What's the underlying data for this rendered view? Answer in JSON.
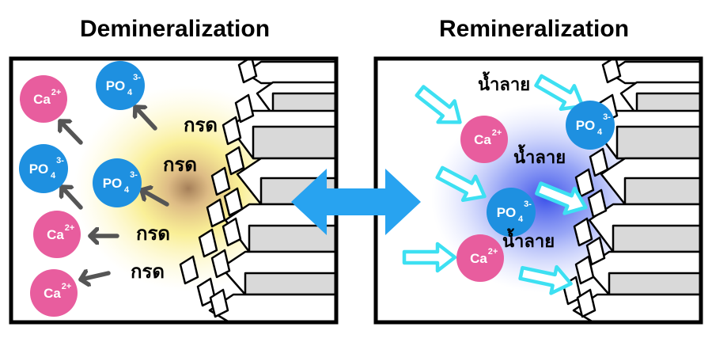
{
  "titles": {
    "left": "Demineralization",
    "right": "Remineralization"
  },
  "ions": {
    "ca": "Ca",
    "ca_charge": "2+",
    "po": "PO",
    "po_sub": "4",
    "po_charge": "3-"
  },
  "labels": {
    "acid": "กรด",
    "saliva": "น้ำลาย"
  },
  "colors": {
    "calcium": "#E85D9E",
    "phosphate": "#1E90E0",
    "exchange_arrow": "#28A3F0",
    "gray_arrow": "#555555",
    "acid_glow": "#F7E86A",
    "acid_core": "#A07850",
    "saliva_glow": "#5066F0",
    "inflow_arrow_outline": "#3DE0F2"
  }
}
